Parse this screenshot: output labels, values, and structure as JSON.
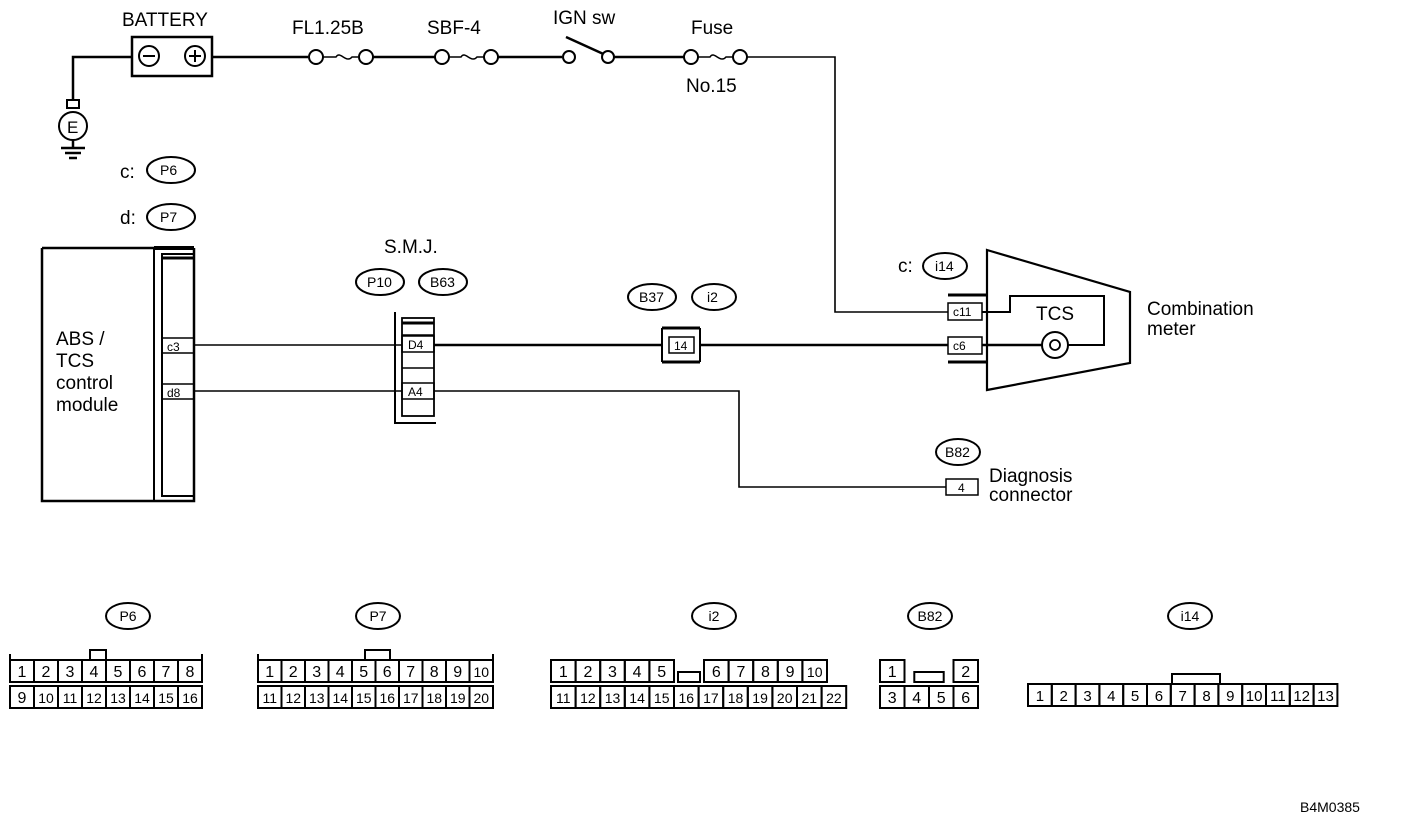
{
  "battery_label": "BATTERY",
  "fuses": {
    "fl": "FL1.25B",
    "sbf": "SBF-4",
    "ign": "IGN sw",
    "fuse": "Fuse",
    "fuse_no": "No.15"
  },
  "ground_label": "E",
  "connector_refs": {
    "c": "c:",
    "c_code": "P6",
    "d": "d:",
    "d_code": "P7",
    "meter_c": "c:",
    "meter_c_code": "i14"
  },
  "module": {
    "line1": "ABS /",
    "line2": "TCS",
    "line3": "control",
    "line4": "module",
    "pin_c3": "c3",
    "pin_d8": "d8"
  },
  "smj": {
    "title": "S.M.J.",
    "code1": "P10",
    "code2": "B63",
    "pin_d4": "D4",
    "pin_a4": "A4"
  },
  "mid_connector": {
    "code1": "B37",
    "code2": "i2",
    "pin": "14"
  },
  "meter": {
    "label1": "Combination",
    "label2": "meter",
    "tcs": "TCS",
    "pin_c11": "c11",
    "pin_c6": "c6"
  },
  "diag": {
    "code": "B82",
    "pin": "4",
    "label1": "Diagnosis",
    "label2": "connector"
  },
  "pinouts": [
    {
      "code": "P6",
      "row1": [
        "1",
        "2",
        "3",
        "4",
        "5",
        "6",
        "7",
        "8"
      ],
      "row2": [
        "9",
        "10",
        "11",
        "12",
        "13",
        "14",
        "15",
        "16"
      ]
    },
    {
      "code": "P7",
      "row1": [
        "1",
        "2",
        "3",
        "4",
        "5",
        "6",
        "7",
        "8",
        "9",
        "10"
      ],
      "row2": [
        "11",
        "12",
        "13",
        "14",
        "15",
        "16",
        "17",
        "18",
        "19",
        "20"
      ]
    },
    {
      "code": "i2",
      "row1": [
        "1",
        "2",
        "3",
        "4",
        "5",
        "",
        "6",
        "7",
        "8",
        "9",
        "10"
      ],
      "row2": [
        "11",
        "12",
        "13",
        "14",
        "15",
        "16",
        "17",
        "18",
        "19",
        "20",
        "21",
        "22"
      ]
    },
    {
      "code": "B82",
      "row1": [
        "1",
        "",
        "2"
      ],
      "row2": [
        "3",
        "4",
        "5",
        "6"
      ]
    },
    {
      "code": "i14",
      "row1": [],
      "row2": [
        "1",
        "2",
        "3",
        "4",
        "5",
        "6",
        "7",
        "8",
        "9",
        "10",
        "11",
        "12",
        "13"
      ]
    }
  ],
  "figure_code": "B4M0385"
}
